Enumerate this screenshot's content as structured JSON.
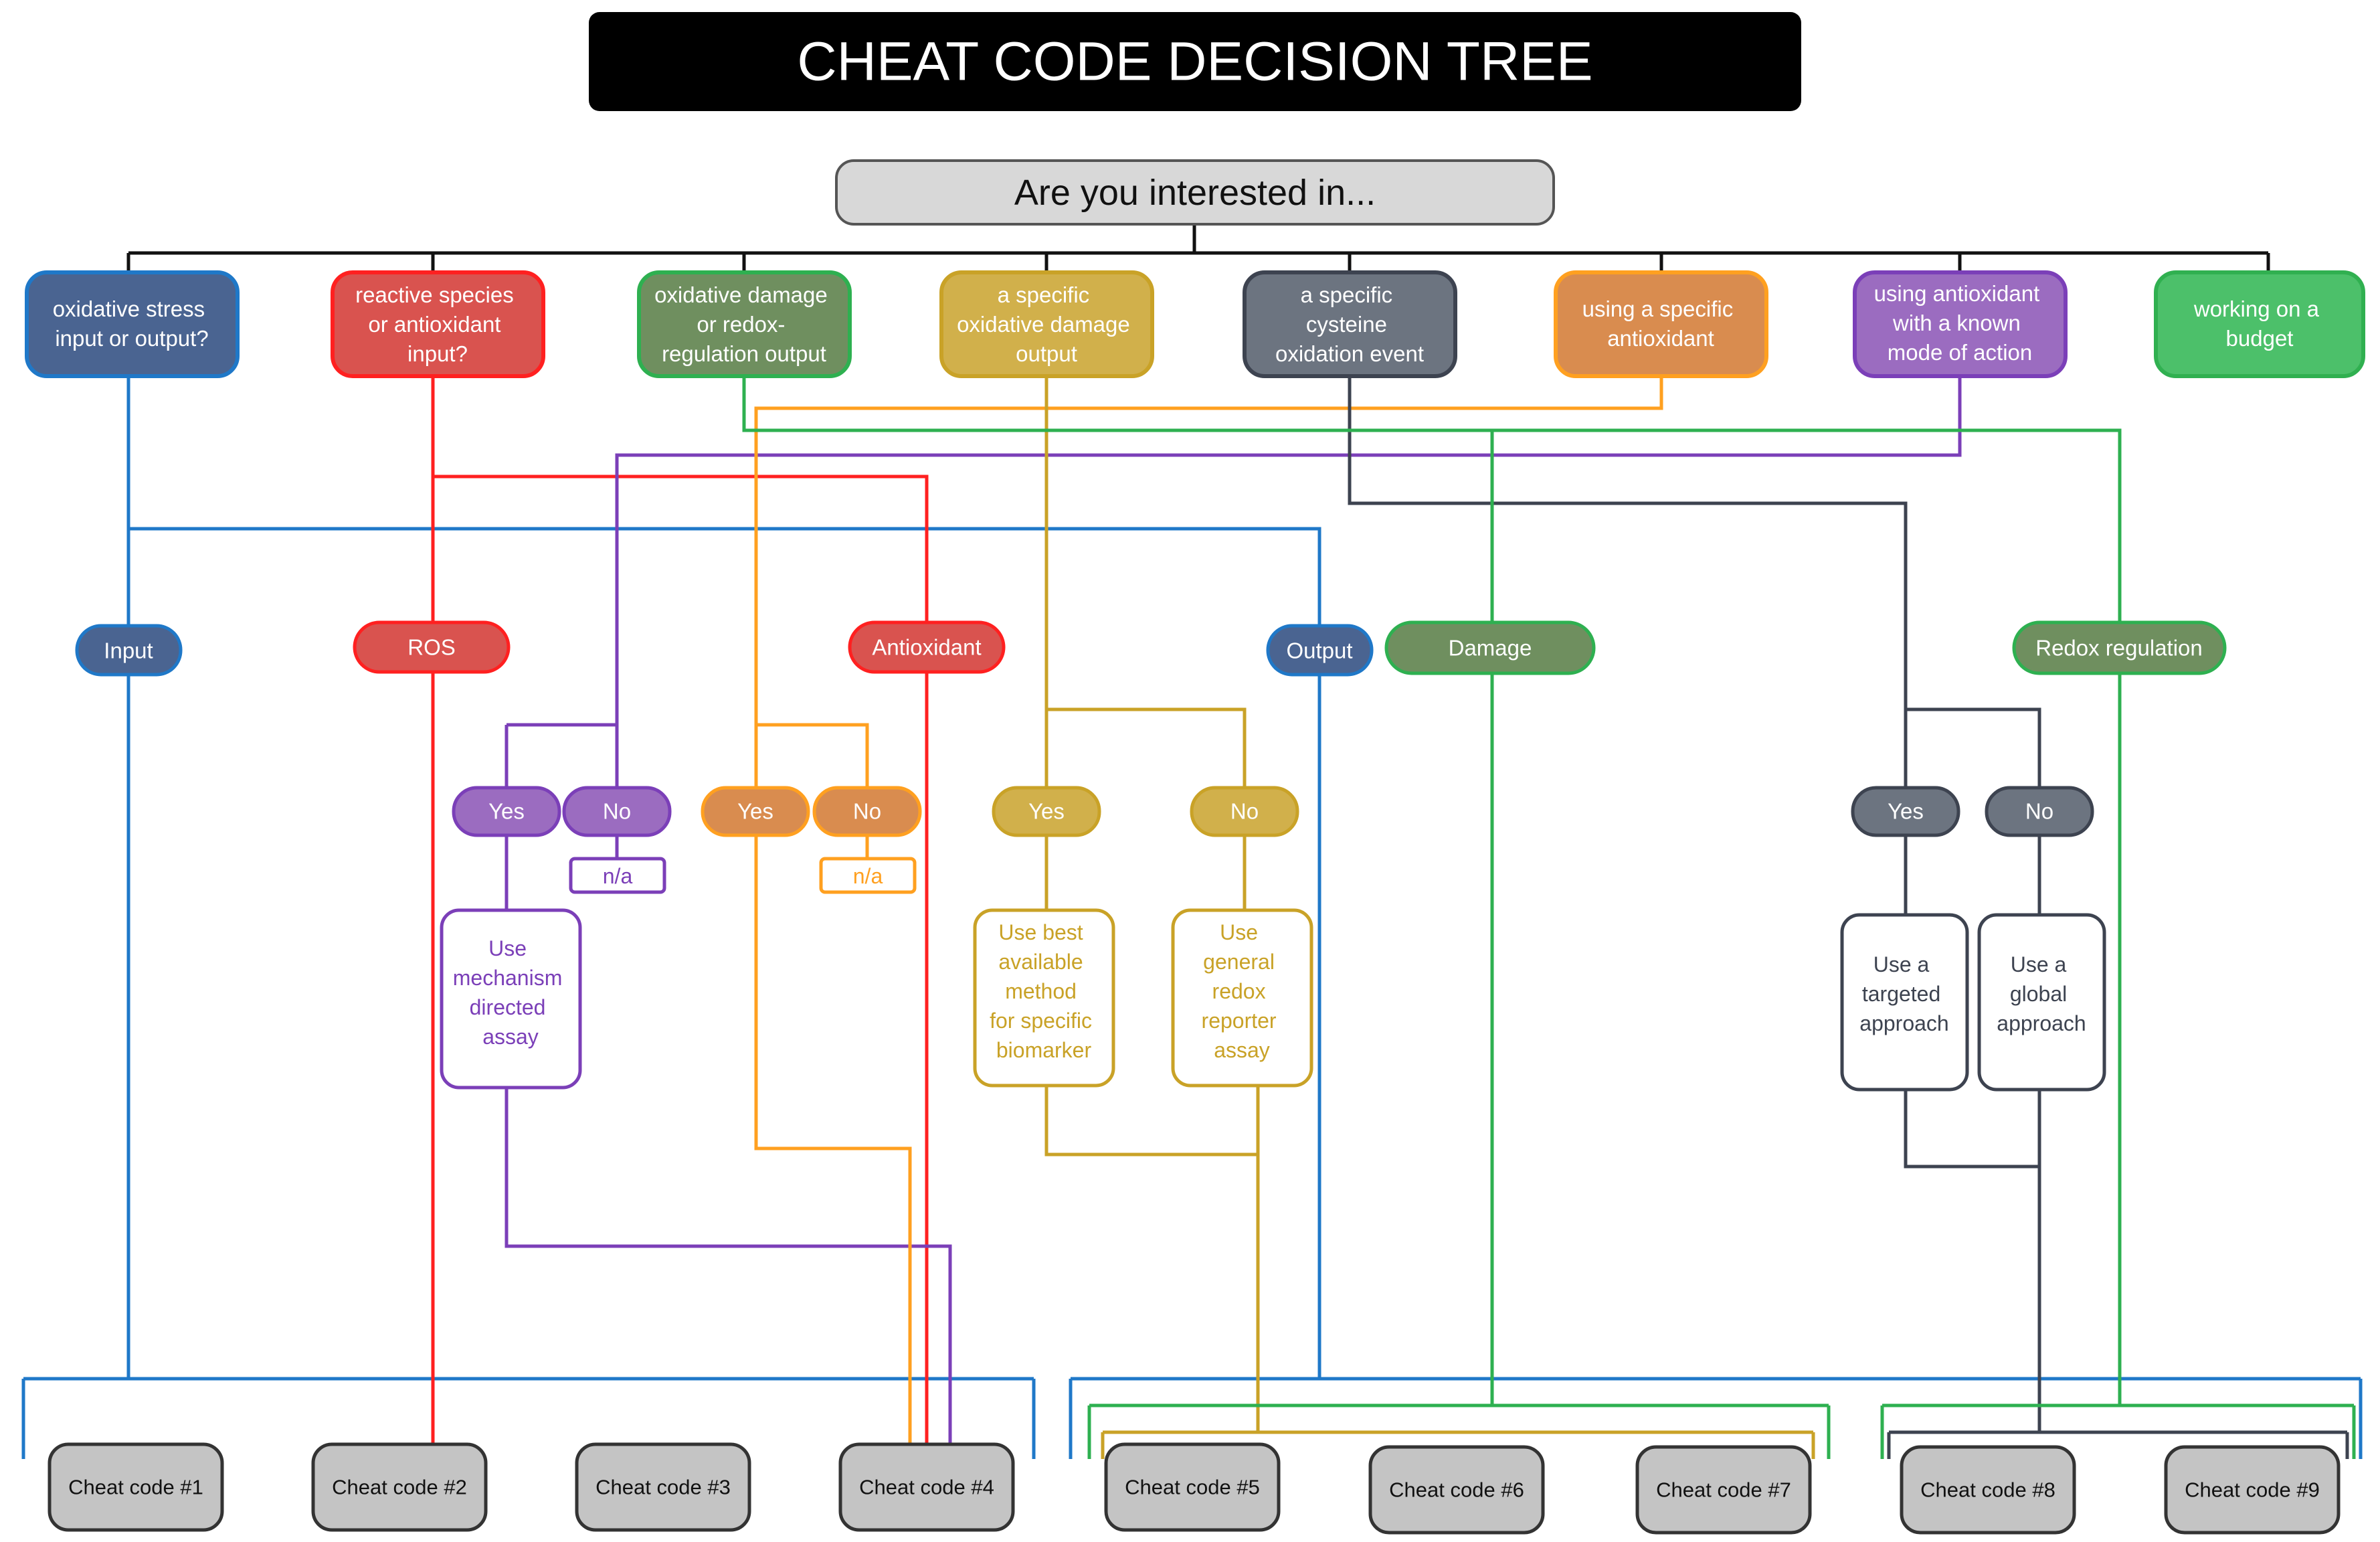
{
  "title": "CHEAT CODE DECISION TREE",
  "root": "Are you interested in...",
  "colors": {
    "blue": "#4a6491",
    "blue_border": "#1f78c8",
    "red": "#d9534f",
    "red_border": "#ff2020",
    "green_dark": "#6f8f5f",
    "green_dark_border": "#2eb050",
    "gold": "#d1b04b",
    "gold_border": "#c9a227",
    "slate": "#6c7480",
    "slate_border": "#3d4350",
    "orange": "#d98c4f",
    "orange_border": "#ffa020",
    "purple": "#9b6cc0",
    "purple_border": "#7b3fb8",
    "green": "#4cc06a",
    "green_border": "#30b050",
    "gray": "#c4c4c4",
    "gray_border": "#333333"
  },
  "categories": [
    {
      "id": "oxidative-stress",
      "lines": [
        "oxidative stress",
        "input or output?"
      ]
    },
    {
      "id": "reactive-species",
      "lines": [
        "reactive species",
        "or antioxidant",
        "input?"
      ]
    },
    {
      "id": "oxidative-damage",
      "lines": [
        "oxidative damage",
        "or redox-",
        "regulation output"
      ]
    },
    {
      "id": "specific-damage",
      "lines": [
        "a specific",
        "oxidative damage",
        "output"
      ]
    },
    {
      "id": "specific-cysteine",
      "lines": [
        "a specific",
        "cysteine",
        "oxidation event"
      ]
    },
    {
      "id": "specific-antioxidant",
      "lines": [
        "using a specific",
        "antioxidant"
      ]
    },
    {
      "id": "known-moa",
      "lines": [
        "using antioxidant",
        "with a known",
        "mode of action"
      ]
    },
    {
      "id": "budget",
      "lines": [
        "working on a",
        "budget"
      ]
    }
  ],
  "labels": {
    "input": "Input",
    "ros": "ROS",
    "antioxidant": "Antioxidant",
    "output": "Output",
    "damage": "Damage",
    "redox": "Redox regulation",
    "yes": "Yes",
    "no": "No",
    "na": "n/a"
  },
  "outcomes": {
    "mechanism": [
      "Use",
      "mechanism",
      "directed",
      "assay"
    ],
    "best": [
      "Use best",
      "available",
      "method",
      "for specific",
      "biomarker"
    ],
    "general": [
      "Use",
      "general",
      "redox",
      "reporter",
      "assay"
    ],
    "targeted": [
      "Use a",
      "targeted",
      "approach"
    ],
    "global": [
      "Use a",
      "global",
      "approach"
    ]
  },
  "cheat_codes": [
    "Cheat code #1",
    "Cheat code #2",
    "Cheat code #3",
    "Cheat code #4",
    "Cheat code #5",
    "Cheat code #6",
    "Cheat code #7",
    "Cheat code #8",
    "Cheat code #9"
  ]
}
